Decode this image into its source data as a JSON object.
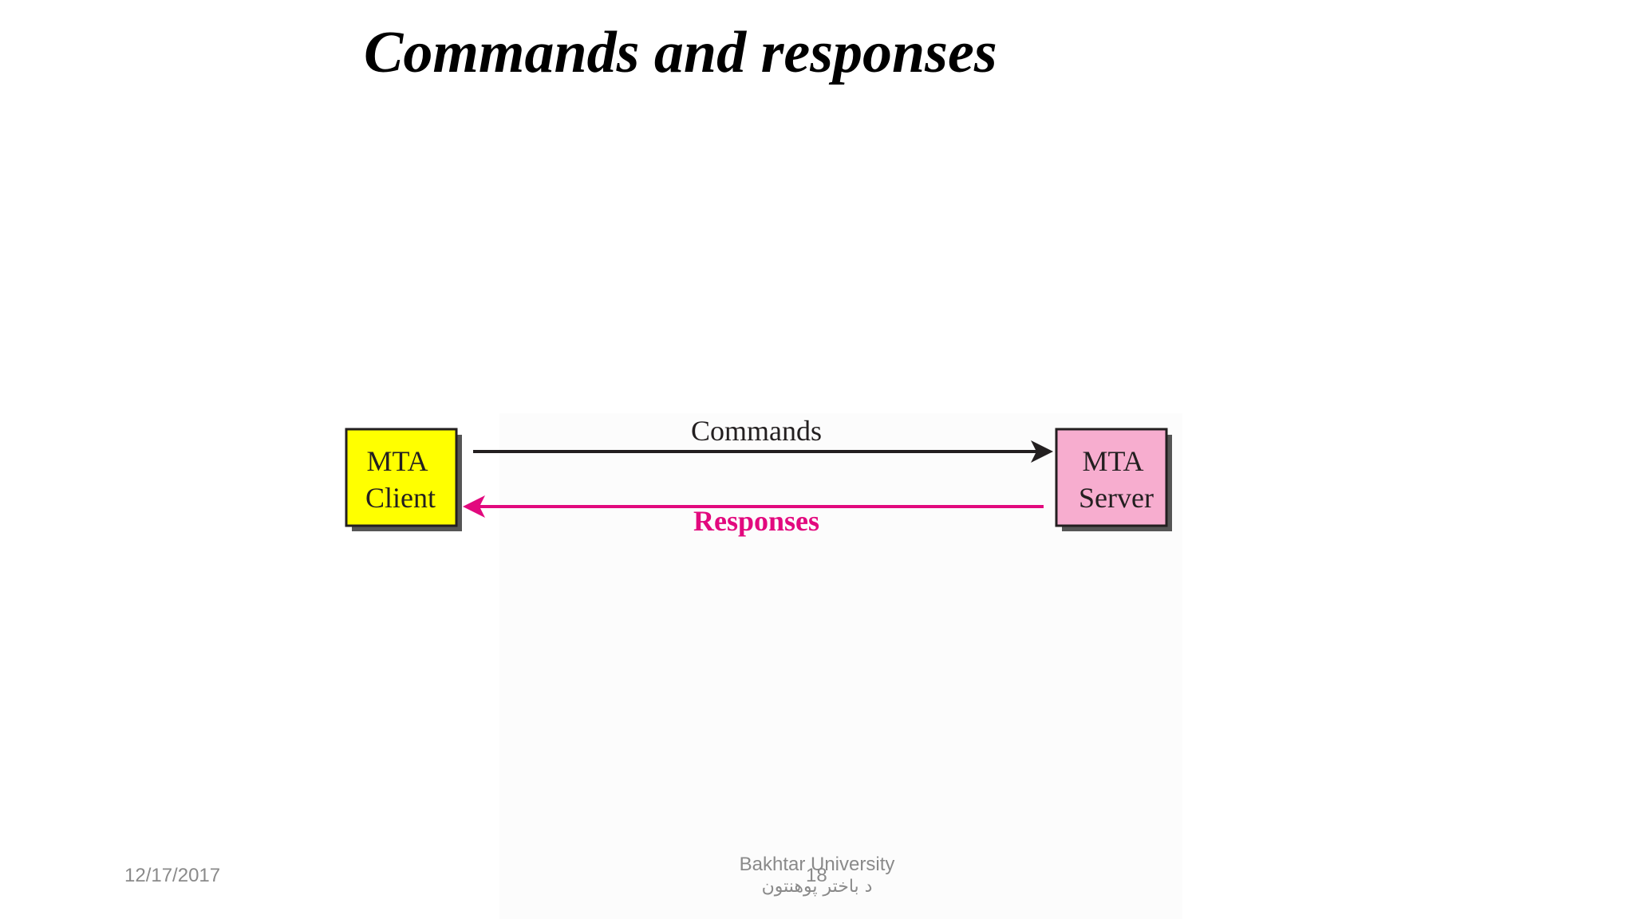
{
  "slide": {
    "title": "Commands and responses"
  },
  "diagram": {
    "client": {
      "line1": "MTA",
      "line2": "Client",
      "fill": "#ffff00"
    },
    "server": {
      "line1": "MTA",
      "line2": "Server",
      "fill": "#f7adcf"
    },
    "commands_label": "Commands",
    "commands_color": "#231f20",
    "responses_label": "Responses",
    "responses_color": "#e2097e",
    "shadow_color": "#555555"
  },
  "footer": {
    "date": "12/17/2017",
    "org_name": "Bakhtar University",
    "org_name_local": "د باختر پوهنتون",
    "page_number": "18"
  }
}
